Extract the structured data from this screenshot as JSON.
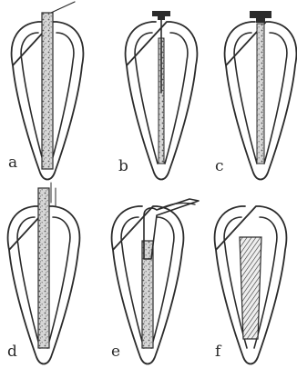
{
  "figure": {
    "panels": [
      {
        "label": "a"
      },
      {
        "label": "b"
      },
      {
        "label": "c"
      },
      {
        "label": "d"
      },
      {
        "label": "e"
      },
      {
        "label": "f"
      }
    ]
  },
  "colors": {
    "ink": "#2b2b2b",
    "canal_fill": "#c9c9c9",
    "background": "#ffffff"
  }
}
